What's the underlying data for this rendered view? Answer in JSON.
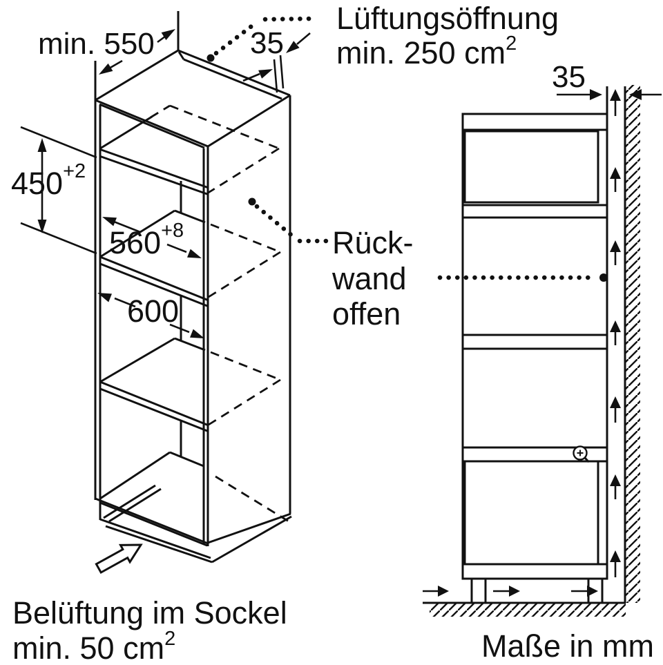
{
  "colors": {
    "ink": "#111111",
    "background": "#ffffff"
  },
  "left_view": {
    "dim_depth": "min. 550",
    "dim_rear_gap": "35",
    "vent_label_line1": "Lüftungsöffnung",
    "vent_label_line2": "min. 250 cm",
    "vent_label_sup": "2",
    "dim_niche_height": "450",
    "dim_niche_height_tolerance": "+2",
    "dim_niche_width": "560",
    "dim_niche_width_tolerance": "+8",
    "dim_cabinet_width": "600",
    "rear_label_line1": "Rück-",
    "rear_label_line2": "wand",
    "rear_label_line3": "offen",
    "base_label_line1": "Belüftung im Sockel",
    "base_label_line2": "min. 50 cm",
    "base_label_sup": "2"
  },
  "right_view": {
    "dim_rear_gap": "35",
    "units_label": "Maße in mm"
  },
  "icons": {
    "magnifier": "zoom-in-cursor"
  }
}
